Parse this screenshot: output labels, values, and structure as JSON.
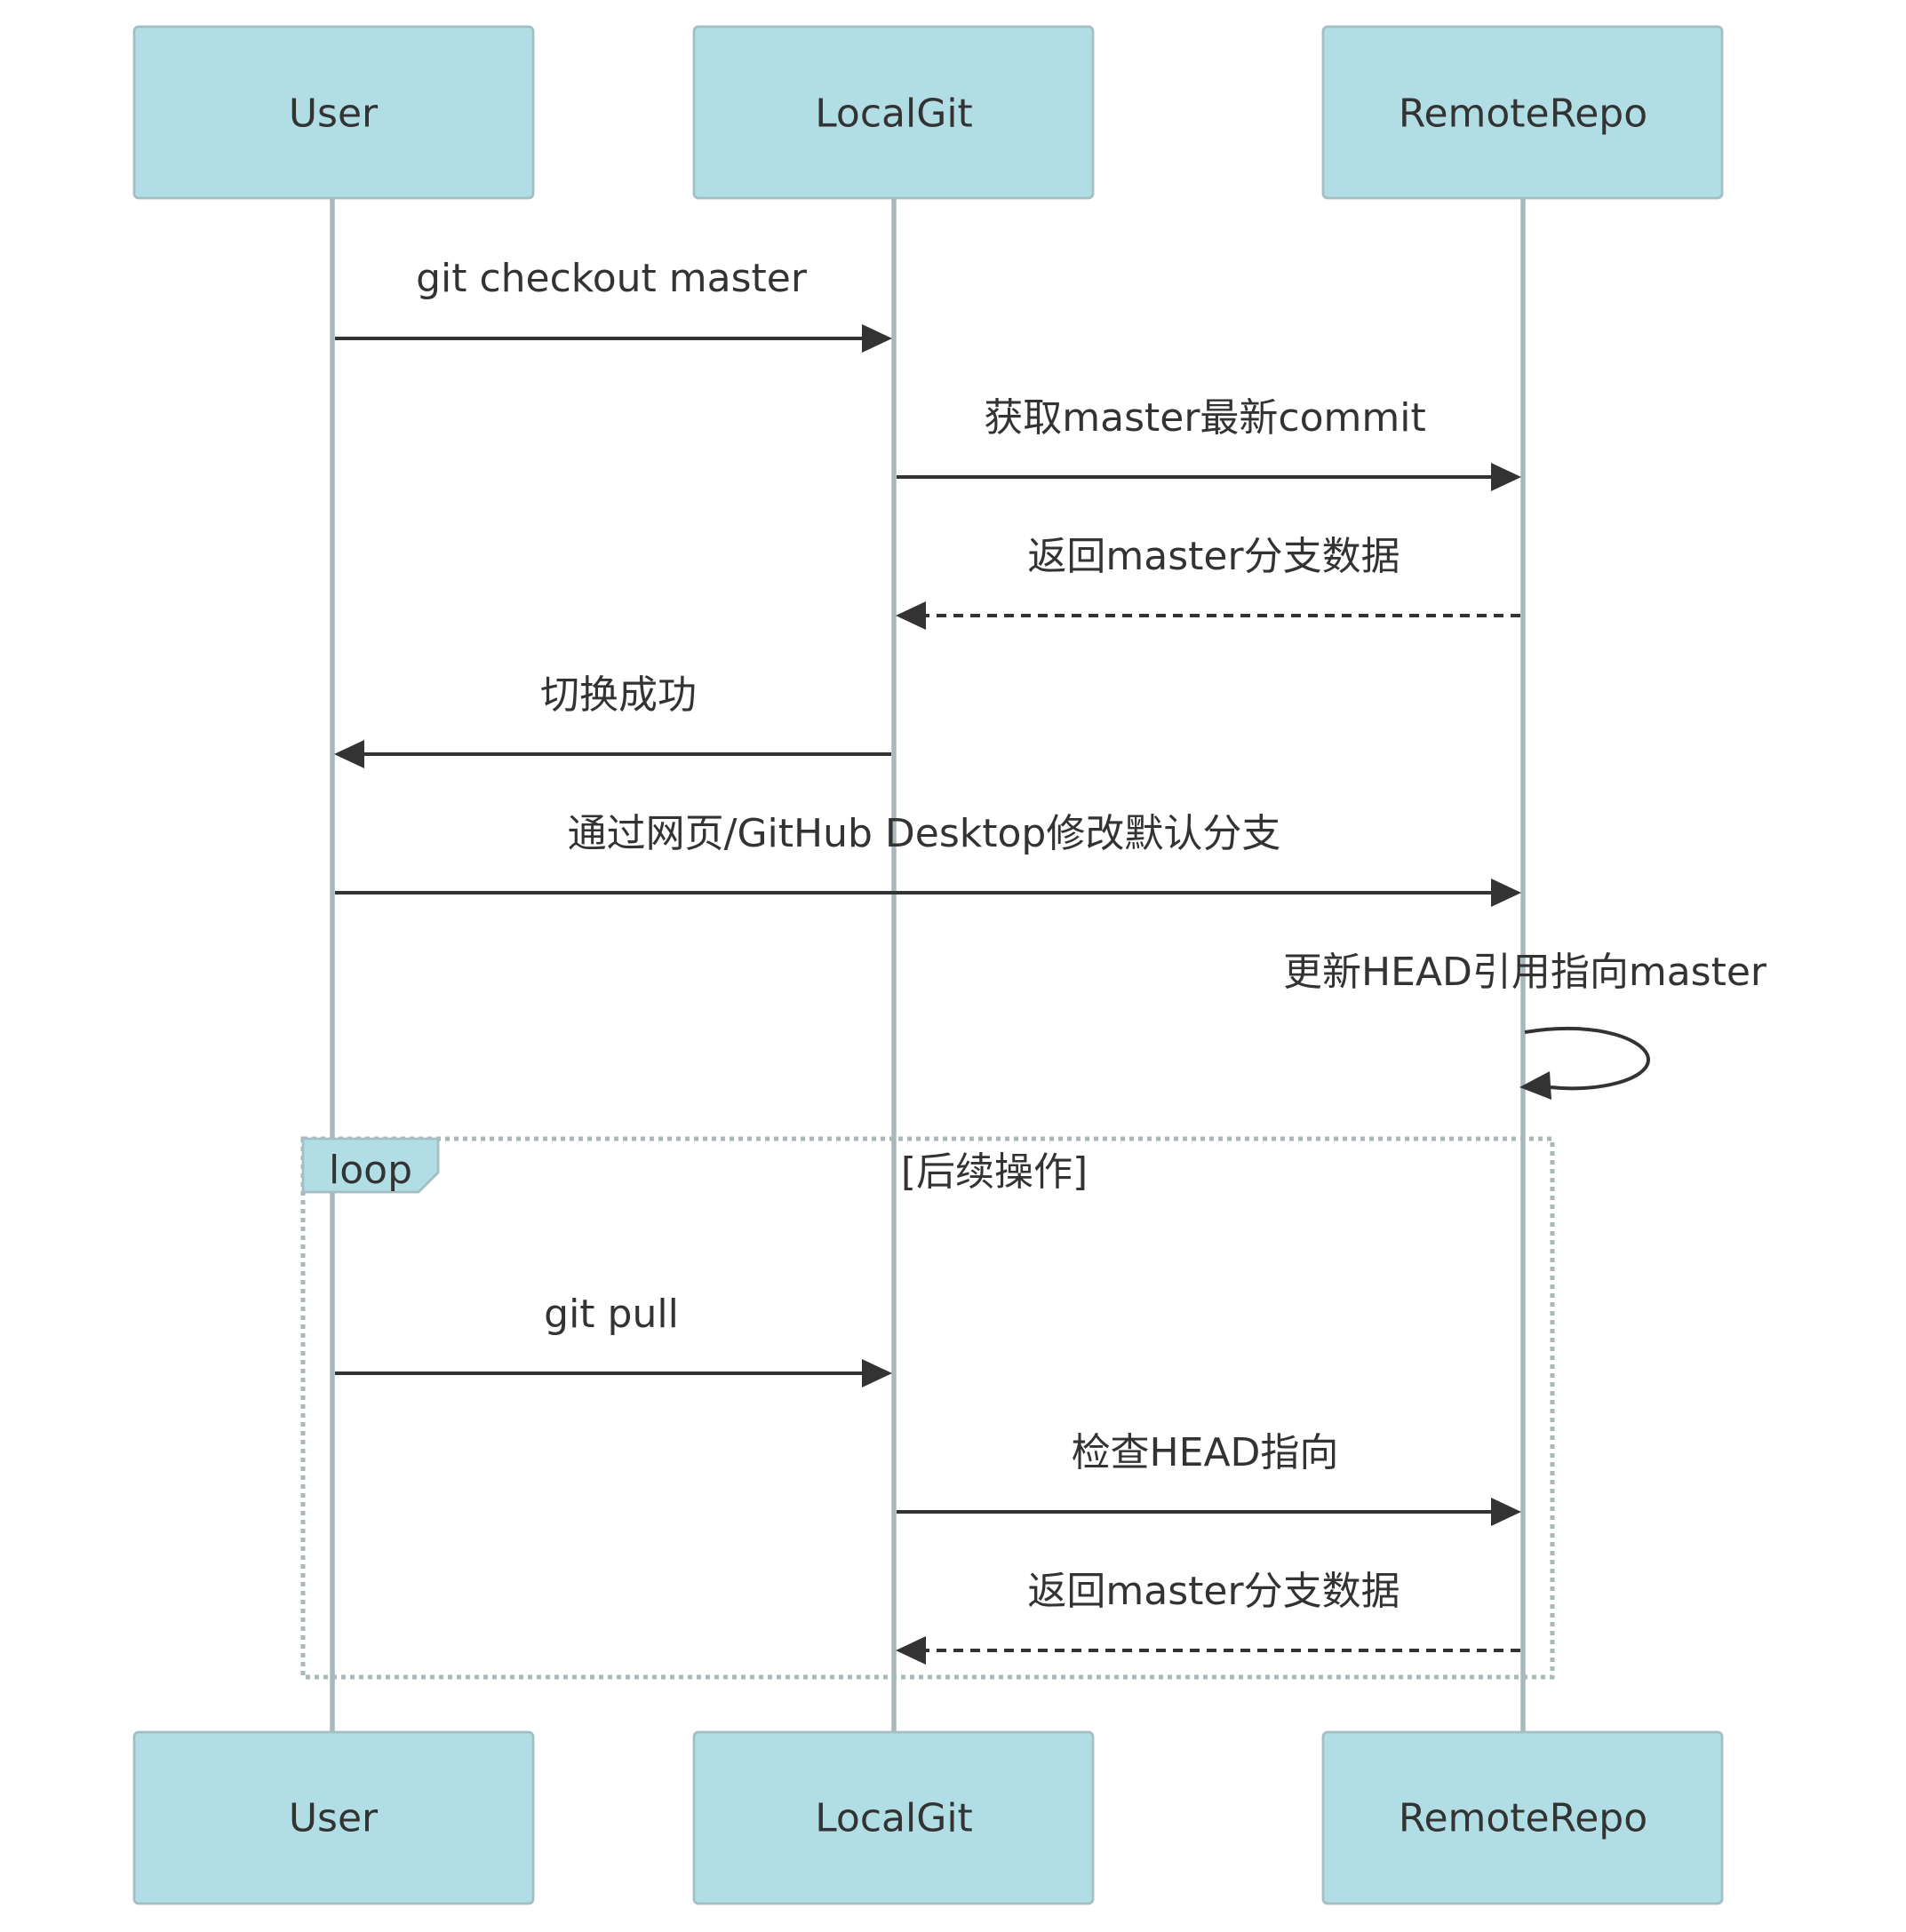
{
  "participants": [
    {
      "id": "user",
      "label": "User"
    },
    {
      "id": "local",
      "label": "LocalGit"
    },
    {
      "id": "remote",
      "label": "RemoteRepo"
    }
  ],
  "messages": [
    {
      "from": "user",
      "to": "local",
      "label": "git checkout master",
      "style": "solid"
    },
    {
      "from": "local",
      "to": "remote",
      "label": "获取master最新commit",
      "style": "solid"
    },
    {
      "from": "remote",
      "to": "local",
      "label": "返回master分支数据",
      "style": "dashed"
    },
    {
      "from": "local",
      "to": "user",
      "label": "切换成功",
      "style": "solid"
    },
    {
      "from": "user",
      "to": "remote",
      "label": "通过网页/GitHub Desktop修改默认分支",
      "style": "solid"
    },
    {
      "from": "remote",
      "to": "remote",
      "label": "更新HEAD引用指向master",
      "style": "solid"
    },
    {
      "from": "user",
      "to": "local",
      "label": "git pull",
      "style": "solid"
    },
    {
      "from": "local",
      "to": "remote",
      "label": "检查HEAD指向",
      "style": "solid"
    },
    {
      "from": "remote",
      "to": "local",
      "label": "返回master分支数据",
      "style": "dashed"
    }
  ],
  "loop": {
    "label": "loop",
    "condition": "[后续操作]"
  },
  "colors": {
    "actor_fill": "#b0dee4",
    "actor_border": "#a3bfc3",
    "lifeline": "#a9b8ba",
    "line": "#333333"
  }
}
